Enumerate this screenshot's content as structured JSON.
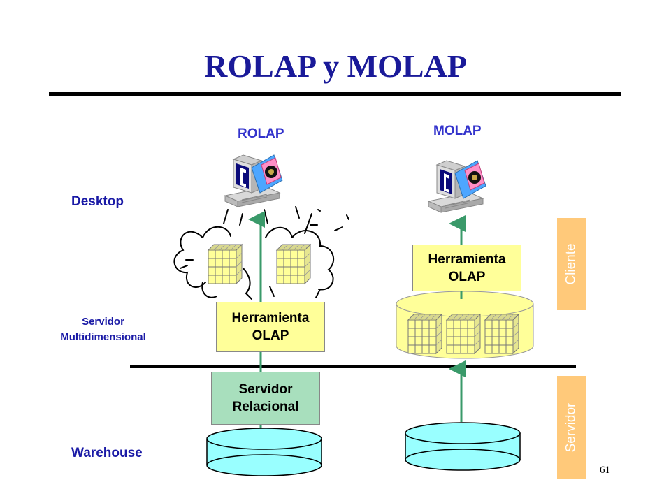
{
  "title": "ROLAP y MOLAP",
  "columns": {
    "rolap": "ROLAP",
    "molap": "MOLAP"
  },
  "rows": {
    "desktop": "Desktop",
    "servidor_line1": "Servidor",
    "servidor_line2": "Multidimensional",
    "warehouse": "Warehouse"
  },
  "boxes": {
    "rolap_tool_line1": "Herramienta",
    "rolap_tool_line2": "OLAP",
    "molap_tool_line1": "Herramienta",
    "molap_tool_line2": "OLAP",
    "relational_line1": "Servidor",
    "relational_line2": "Relacional"
  },
  "tags": {
    "cliente": "Cliente",
    "servidor": "Servidor"
  },
  "page_number": "61",
  "colors": {
    "title": "#1a1a99",
    "olap_box": "#ffff99",
    "relational_box": "#a8dfbd",
    "tag": "#ffc97a",
    "arrow": "#3a9a6a",
    "disk": "#99ffff",
    "molap_db": "#ffff99"
  },
  "icons": [
    "computer-terminal-icon",
    "data-cube-icon",
    "thought-cloud-icon",
    "database-cylinder-icon"
  ]
}
